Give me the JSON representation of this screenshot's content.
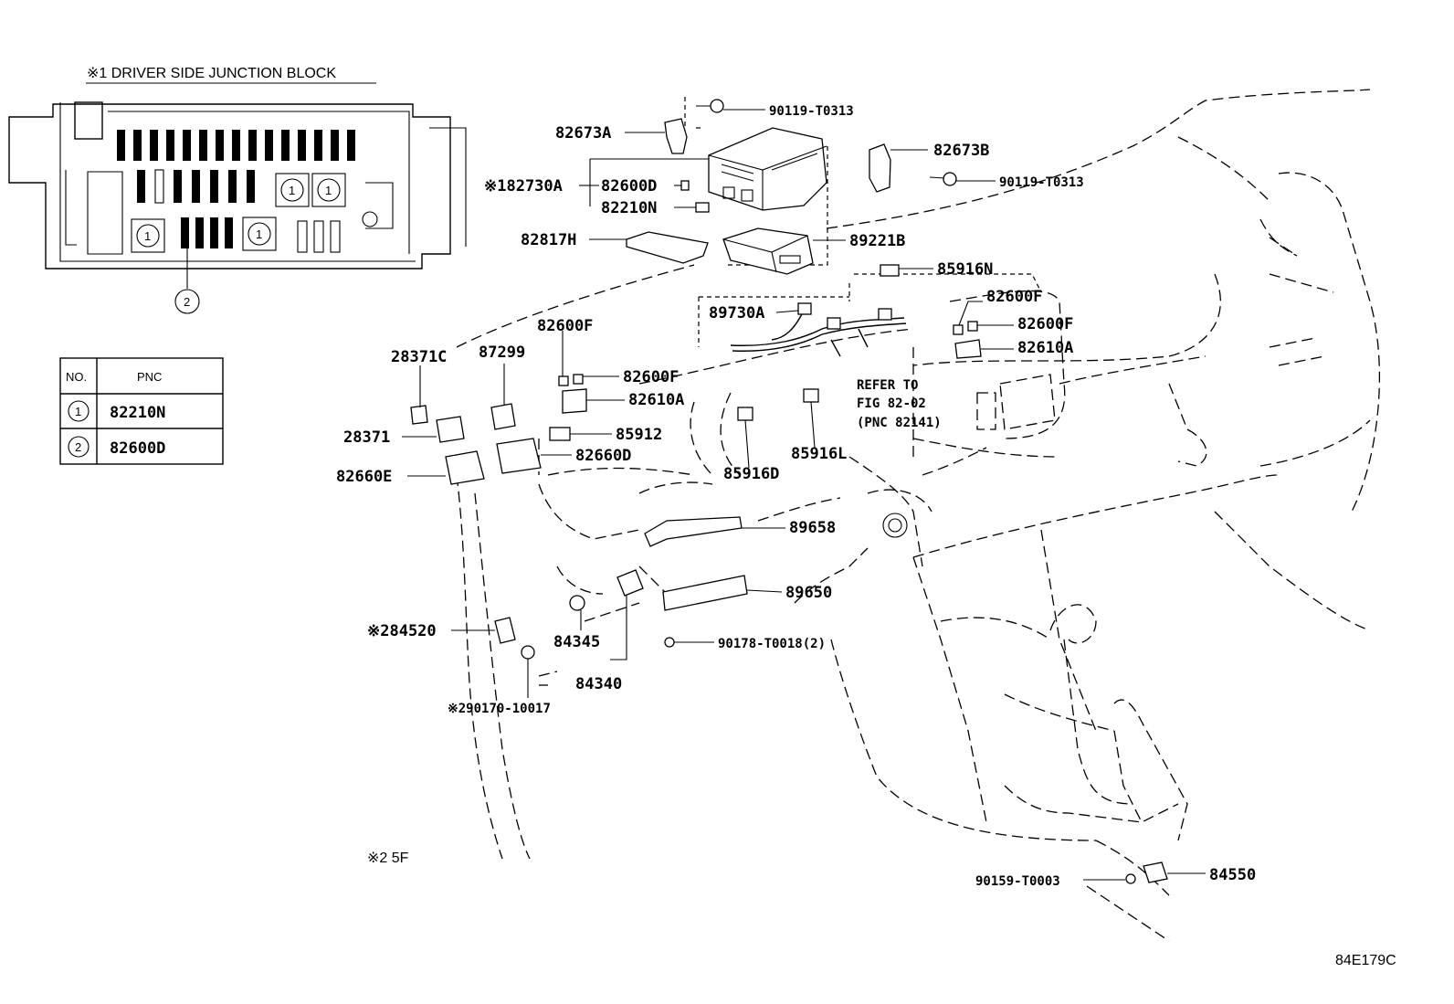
{
  "junction_block": {
    "title": "※1  DRIVER SIDE JUNCTION BLOCK",
    "marker_1": "1",
    "marker_2": "2"
  },
  "pnc_table": {
    "header_no": "NO.",
    "header_pnc": "PNC",
    "rows": [
      {
        "no": "1",
        "pnc": "82210N"
      },
      {
        "no": "2",
        "pnc": "82600D"
      }
    ]
  },
  "callouts": {
    "c_90119_top": "90119-T0313",
    "c_82673A": "82673A",
    "c_82673B": "82673B",
    "c_90119_right": "90119-T0313",
    "c_82730A": "※182730A",
    "c_82600D": "82600D",
    "c_82210N": "82210N",
    "c_82817H": "82817H",
    "c_89221B": "89221B",
    "c_85916N": "85916N",
    "c_82600F_r1": "82600F",
    "c_82600F_r2": "82600F",
    "c_82610A_r": "82610A",
    "c_89730A": "89730A",
    "c_82600F_l1": "82600F",
    "c_82600F_l2": "82600F",
    "c_82610A_l": "82610A",
    "c_28371C": "28371C",
    "c_87299": "87299",
    "c_28371": "28371",
    "c_85912": "85912",
    "c_82660D": "82660D",
    "c_82660E": "82660E",
    "c_85916D": "85916D",
    "c_85916L": "85916L",
    "refer_1": "REFER TO",
    "refer_2": "FIG 82-02",
    "refer_3": "(PNC 82141)",
    "c_89658": "89658",
    "c_89650": "89650",
    "c_84520": "※284520",
    "c_84345": "84345",
    "c_84340": "84340",
    "c_90178": "90178-T0018(2)",
    "c_90170": "※290170-10017",
    "c_note2": "※2  5F",
    "c_90159": "90159-T0003",
    "c_84550": "84550",
    "fig_code": "84E179C"
  }
}
